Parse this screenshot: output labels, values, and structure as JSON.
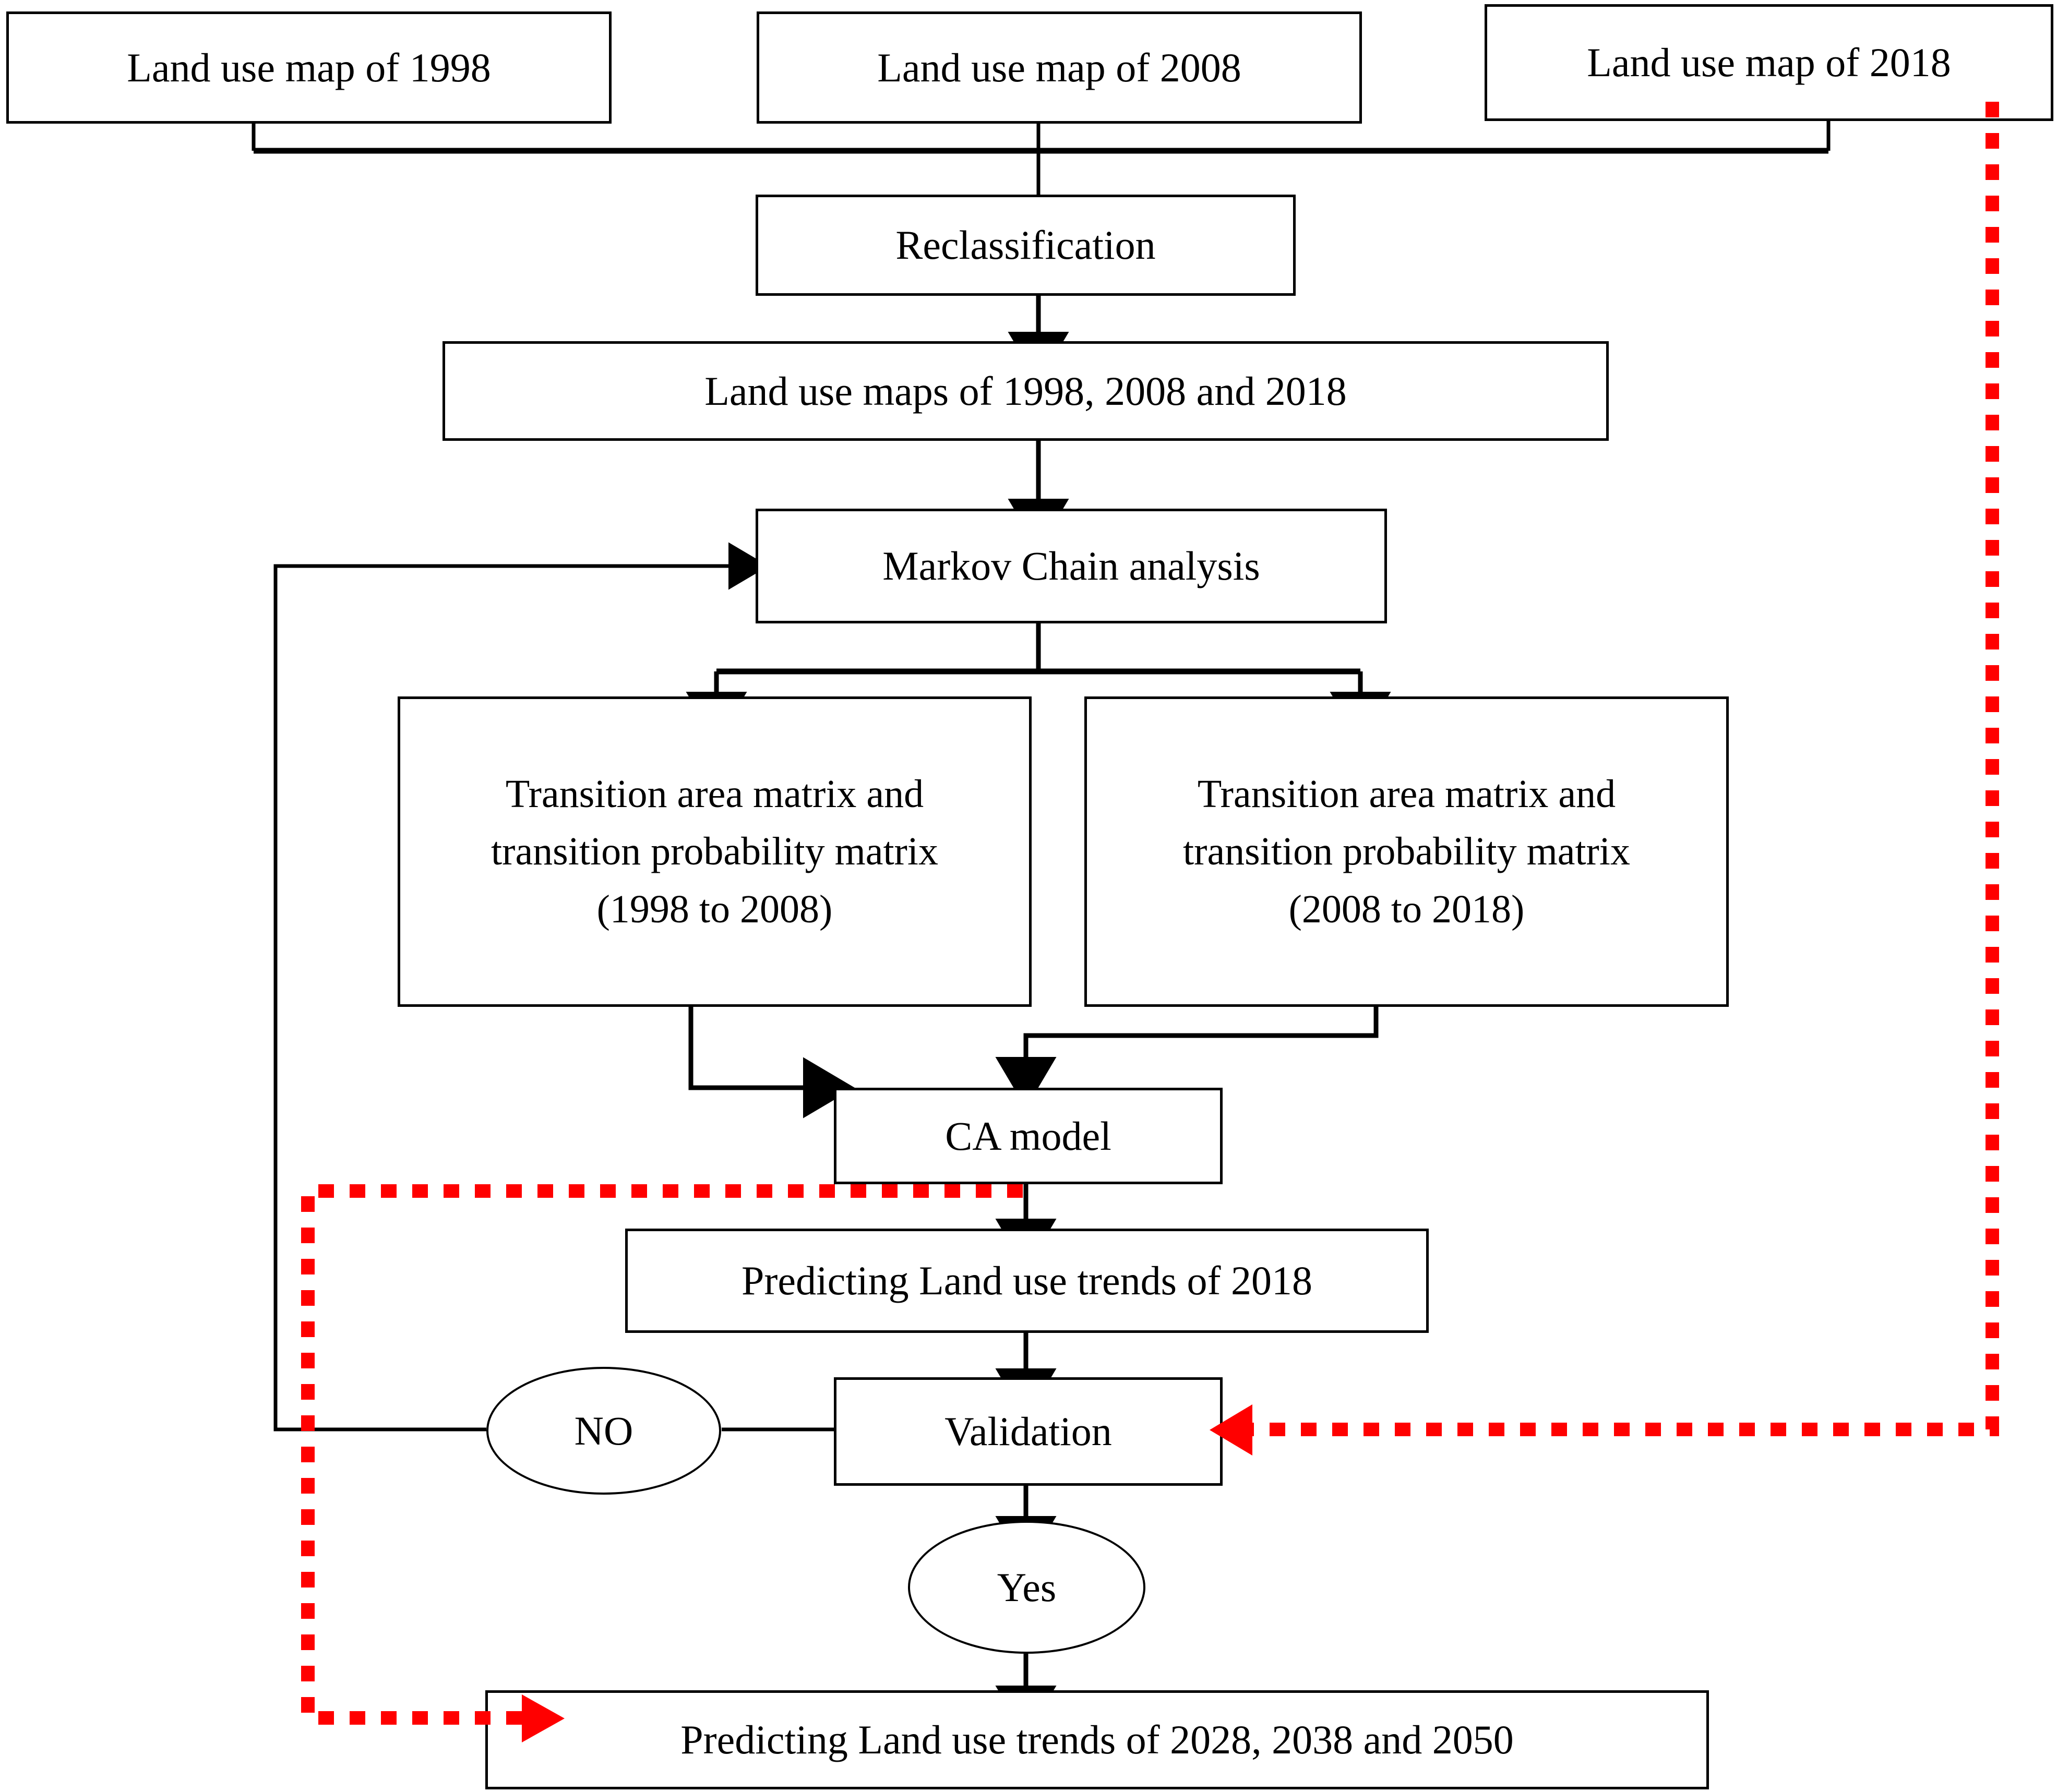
{
  "diagram": {
    "title": "Land use change prediction methodology flowchart",
    "colors": {
      "stroke": "#000000",
      "feedback": "#ff0000",
      "fill": "#ffffff"
    },
    "nodes": {
      "map_1998": "Land use map of 1998",
      "map_2008": "Land use map of 2008",
      "map_2018": "Land use map of 2018",
      "reclassification": "Reclassification",
      "maps_combined": "Land use maps of 1998, 2008  and 2018",
      "markov": "Markov Chain analysis",
      "matrix_left_line1": "Transition area matrix and",
      "matrix_left_line2": "transition probability matrix",
      "matrix_left_line3": "(1998 to 2008)",
      "matrix_right_line1": "Transition area matrix and",
      "matrix_right_line2": "transition probability matrix",
      "matrix_right_line3": "(2008 to 2018)",
      "ca_model": "CA model",
      "predict_2018": "Predicting Land use trends of 2018",
      "validation": "Validation",
      "decision_no": "NO",
      "decision_yes": "Yes",
      "predict_future": "Predicting Land use trends of 2028, 2038  and 2050"
    }
  }
}
